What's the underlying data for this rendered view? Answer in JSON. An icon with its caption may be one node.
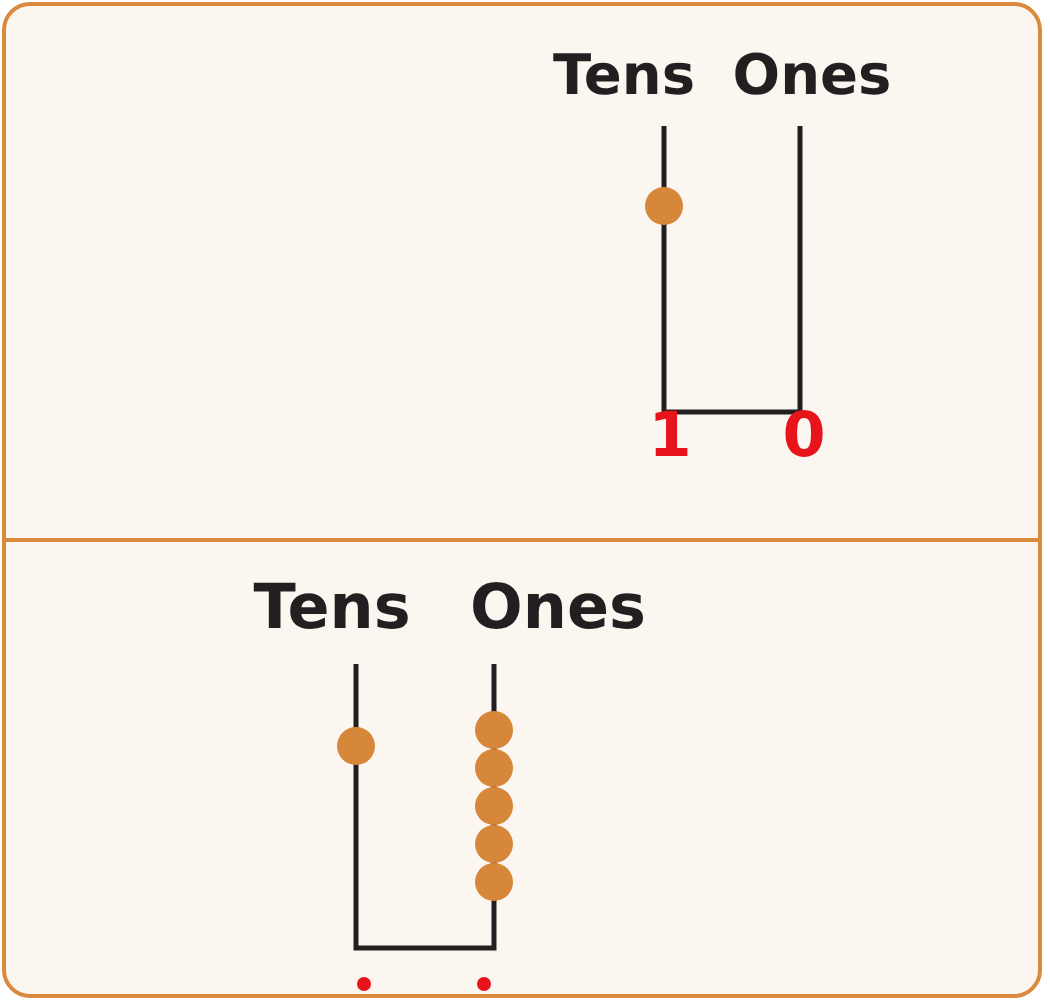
{
  "diagram": {
    "labels": [
      "Tens",
      "Ones",
      "1",
      "0",
      "Tens",
      "Ones"
    ]
  }
}
